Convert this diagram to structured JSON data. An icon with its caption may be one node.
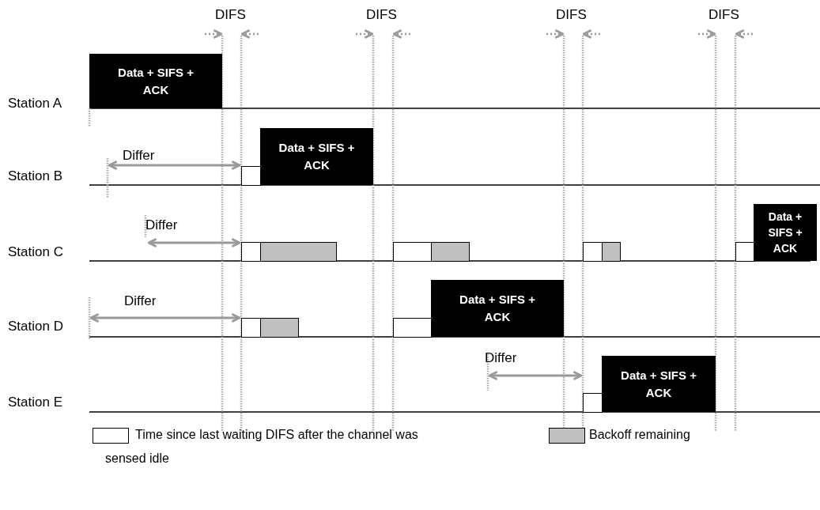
{
  "diagram": {
    "nodes": [
      {
        "text": [
          "Data + SIFS + ACK"
        ]
      },
      {
        "text": [],
        "shape": "box"
      },
      {
        "text": [
          "Data + SIFS + ACK"
        ]
      },
      {
        "text": [],
        "shape": "box"
      },
      {
        "text": [],
        "shape": "box"
      },
      {
        "text": [],
        "shape": "box"
      },
      {
        "text": [],
        "shape": "box"
      },
      {
        "text": [],
        "shape": "box"
      },
      {
        "text": [],
        "shape": "box"
      },
      {
        "text": [],
        "shape": "box"
      },
      {
        "text": [
          "Data + SIFS + ACK"
        ]
      },
      {
        "text": [],
        "shape": "box"
      },
      {
        "text": [],
        "shape": "box"
      },
      {
        "text": [],
        "shape": "box"
      },
      {
        "text": [
          "Data + SIFS + ACK"
        ]
      },
      {
        "text": [],
        "shape": "box"
      },
      {
        "text": [
          "Data + SIFS + ACK"
        ]
      }
    ],
    "labels": [
      "DIFS",
      "DIFS",
      "DIFS",
      "DIFS",
      "Station A",
      "Differ",
      "Station B",
      "Differ",
      "Station C",
      "Differ",
      "Station D",
      "Differ",
      "Station E"
    ],
    "legend": [
      {
        "text": "Time since last waiting DIFS after the channel was sensed idle",
        "color": "#ffffff"
      },
      {
        "text": "Backoff remaining",
        "color": "#c0c0c0"
      }
    ]
  }
}
